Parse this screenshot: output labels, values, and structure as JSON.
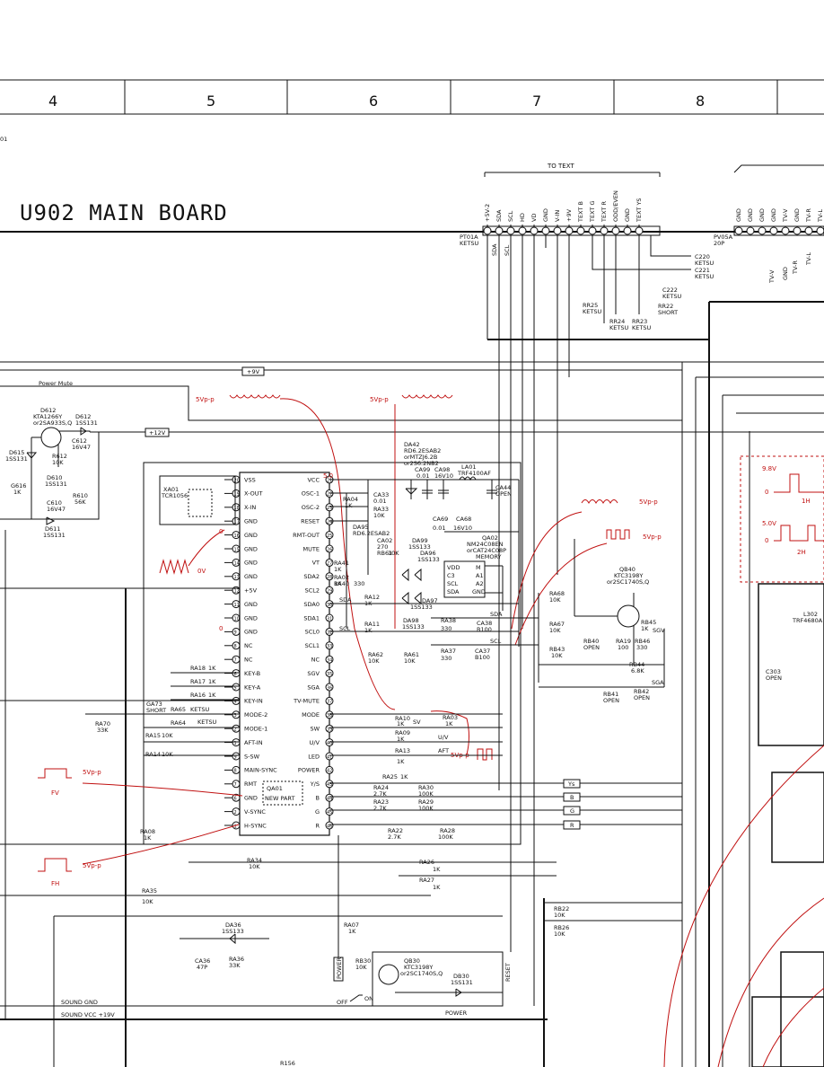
{
  "columns": [
    "4",
    "5",
    "6",
    "7",
    "8"
  ],
  "corner_mark": "01",
  "board_title": "U902 MAIN BOARD",
  "connectors": {
    "to_text": "TO TEXT",
    "pt01a": "PT01A",
    "pt01a_type": "KETSU",
    "pt01a_pins": [
      "+5V-2",
      "SDA",
      "SCL",
      "HD",
      "VD",
      "GND",
      "V-IN",
      "+9V",
      "TEXT B",
      "TEXT G",
      "TEXT R",
      "ODD/EVEN",
      "GND",
      "TEXT YS"
    ],
    "pv05a": "PV05A",
    "pv05a_sub": "20P",
    "pv05a_pins": [
      "GND",
      "GND",
      "GND",
      "GND",
      "TV-V",
      "GND",
      "TV-R",
      "TV-L"
    ]
  },
  "ic": {
    "ref": "QA01",
    "note": "NEW PART",
    "left_pins": [
      {
        "num": "20",
        "name": "VSS"
      },
      {
        "num": "19",
        "name": "X-OUT"
      },
      {
        "num": "18",
        "name": "X-IN"
      },
      {
        "num": "17",
        "name": "GND"
      },
      {
        "num": "16",
        "name": "GND"
      },
      {
        "num": "15",
        "name": "GND"
      },
      {
        "num": "14",
        "name": "GND"
      },
      {
        "num": "13",
        "name": "GND"
      },
      {
        "num": "12",
        "name": "+5V"
      },
      {
        "num": "11",
        "name": "GND"
      },
      {
        "num": "10",
        "name": "GND"
      },
      {
        "num": "9",
        "name": "GND"
      },
      {
        "num": "8",
        "name": "NC"
      },
      {
        "num": "7",
        "name": "NC"
      },
      {
        "num": "6",
        "name": "KEY-B"
      },
      {
        "num": "5",
        "name": "KEY-A"
      },
      {
        "num": "4",
        "name": "KEY-IN"
      },
      {
        "num": "3",
        "name": "MODE-2"
      },
      {
        "num": "2",
        "name": "MODE-1"
      },
      {
        "num": "1",
        "name": "AFT-IN"
      },
      {
        "num": "9",
        "name": "S-SW"
      },
      {
        "num": "8",
        "name": "MAIN-SYNC"
      },
      {
        "num": "7",
        "name": "RMT"
      },
      {
        "num": "6",
        "name": "GND"
      },
      {
        "num": "2",
        "name": "V-SYNC"
      },
      {
        "num": "1",
        "name": "H-SYNC"
      }
    ],
    "right_pins": [
      {
        "num": "21",
        "name": "VCC"
      },
      {
        "num": "22",
        "name": "OSC-1"
      },
      {
        "num": "23",
        "name": "OSC-2"
      },
      {
        "num": "24",
        "name": "RESET"
      },
      {
        "num": "25",
        "name": "RMT-OUT"
      },
      {
        "num": "26",
        "name": "MUTE"
      },
      {
        "num": "27",
        "name": "VT"
      },
      {
        "num": "28",
        "name": "SDA2"
      },
      {
        "num": "29",
        "name": "SCL2"
      },
      {
        "num": "30",
        "name": "SDA0"
      },
      {
        "num": "31",
        "name": "SDA1"
      },
      {
        "num": "32",
        "name": "SCL0"
      },
      {
        "num": "33",
        "name": "SCL1"
      },
      {
        "num": "34",
        "name": "NC"
      },
      {
        "num": "35",
        "name": "SGV"
      },
      {
        "num": "36",
        "name": "SGA"
      },
      {
        "num": "37",
        "name": "TV-MUTE"
      },
      {
        "num": "38",
        "name": "MODE"
      },
      {
        "num": "39",
        "name": "SW"
      },
      {
        "num": "40",
        "name": "U/V"
      },
      {
        "num": "41",
        "name": "LED"
      },
      {
        "num": "42",
        "name": "POWER"
      },
      {
        "num": "43",
        "name": "Y/S"
      },
      {
        "num": "44",
        "name": "B"
      },
      {
        "num": "45",
        "name": "G"
      },
      {
        "num": "46",
        "name": "R"
      }
    ]
  },
  "labels": {
    "power_mute": "Power Mute",
    "plus9v": "+9V",
    "plus12v": "+12V",
    "d612": "D612",
    "d612_part": "KTA1266Y",
    "d612_alt": "or2SA933S,Q",
    "d612r": "D612",
    "d612r_part": "1SS131",
    "c612": "C612",
    "c612_val": "16V47",
    "r612": "R612",
    "r612_val": "10K",
    "d615": "D615",
    "d615_val": "1SS131",
    "g616": "G616",
    "g616_val": "1K",
    "d610": "D610",
    "d610_val": "1SS131",
    "c610": "C610",
    "c610_val": "16V47",
    "r610": "R610",
    "r610_val": "56K",
    "d611": "D611",
    "d611_val": "1SS131",
    "xa01": "XA01",
    "xa01_val": "TCR1056",
    "da42": "DA42",
    "da42_val": "RD6.2ESAB2",
    "da42_alt1": "orMTZJ6.2B",
    "da42_alt2": "or2S6.2NB2",
    "ca99": "CA99",
    "ca99_val": "0.01",
    "ca98": "CA98",
    "ca98_val": "16V10",
    "la01": "LA01",
    "la01_val": "TRF4100AF",
    "ca44": "CA44",
    "ca44_val": "OPEN",
    "ra04": "RA04",
    "ra04_val": "1K",
    "ca33": "CA33",
    "ca33_val": "0.01",
    "ra33": "RA33",
    "ra33_val": "10K",
    "da95": "DA95",
    "da95_val": "RD6.2ESAB2",
    "ca02": "CA02",
    "ca02_val": "270",
    "rb61": "RB61",
    "rb61_val": "10K",
    "ca69": "CA69",
    "ca69_val": "0.01",
    "ca68": "CA68",
    "ca68_val": "16V10",
    "da99": "DA99",
    "da99_val": "1SS133",
    "da96": "DA96",
    "da96_val": "1SS133",
    "da97": "DA97",
    "da97_val": "1SS133",
    "da98": "DA98",
    "da98_val": "1SS133",
    "qa02": "QA02",
    "qa02_val": "NM24C08EN",
    "qa02_alt": "orCAT24C08P",
    "qa02_desc": "MEMORY",
    "ra02": "RA02",
    "ra02_val": "1K",
    "ra41": "RA41",
    "ra41_val": "1K",
    "ra40": "RA40",
    "ra40_val": "330",
    "ra12": "RA12",
    "ra12_val": "1K",
    "ra11": "RA11",
    "ra11_val": "1K",
    "ra38": "RA38",
    "ra38_val": "330",
    "ra37": "RA37",
    "ra37_val": "330",
    "ca38": "CA38",
    "ca38_val": "B100",
    "ca37": "CA37",
    "ca37_val": "B100",
    "ra62": "RA62",
    "ra62_val": "10K",
    "ra61": "RA61",
    "ra61_val": "10K",
    "ra68": "RA68",
    "ra68_val": "10K",
    "ra67": "RA67",
    "ra67_val": "10K",
    "rb43": "RB43",
    "rb43_val": "10K",
    "qb40": "QB40",
    "qb40_val": "KTC3198Y",
    "qb40_alt": "or2SC1740S,Q",
    "rb45": "RB45",
    "rb45_val": "1K",
    "rb40": "RB40",
    "rb40_val": "OPEN",
    "ra19": "RA19",
    "ra19_val": "100",
    "rb46": "RB46",
    "rb46_val": "330",
    "rb44": "RB44",
    "rb44_val": "6.8K",
    "rb41": "RB41",
    "rb41_val": "OPEN",
    "rb42": "RB42",
    "rb42_val": "OPEN",
    "ra18": "RA18",
    "ra18_val": "1K",
    "ra17": "RA17",
    "ra17_val": "1K",
    "ra16": "RA16",
    "ra16_val": "1K",
    "ga73": "GA73",
    "ga73_val": "SHORT",
    "ra65": "RA65",
    "ra65_val": "KETSU",
    "ra64": "RA64",
    "ra64_val": "KETSU",
    "ra70": "RA70",
    "ra70_val": "33K",
    "ra15": "RA15",
    "ra15_val": "10K",
    "ra14": "RA14",
    "ra14_val": "10K",
    "ra10": "RA10",
    "ra10_val": "1K",
    "ra03": "RA03",
    "ra03_val": "1K",
    "ra09": "RA09",
    "ra09_val": "1K",
    "ra13": "RA13",
    "ra13_val": "1K",
    "ra25": "RA25",
    "ra25_val": "1K",
    "ra24": "RA24",
    "ra24_val": "2.7K",
    "ra23": "RA23",
    "ra23_val": "2.7K",
    "ra22": "RA22",
    "ra22_val": "2.7K",
    "ra30": "RA30",
    "ra30_val": "100K",
    "ra29": "RA29",
    "ra29_val": "100K",
    "ra28": "RA28",
    "ra28_val": "100K",
    "ra08": "RA08",
    "ra08_val": "1K",
    "ra34": "RA34",
    "ra34_val": "10K",
    "ra26": "RA26",
    "ra26_val": "1K",
    "ra27": "RA27",
    "ra27_val": "1K",
    "ra35": "RA35",
    "ra35_val": "10K",
    "ra07": "RA07",
    "ra07_val": "1K",
    "da36": "DA36",
    "da36_val": "1SS133",
    "ca36": "CA36",
    "ca36_val": "47P",
    "ra36": "RA36",
    "ra36_val": "33K",
    "rb30": "RB30",
    "rb30_val": "10K",
    "qb30": "QB30",
    "qb30_val": "KTC3198Y",
    "qb30_alt": "or2SC1740S,Q",
    "db30": "DB30",
    "db30_val": "1SS131",
    "rb22": "RB22",
    "rb22_val": "10K",
    "rb26": "RB26",
    "rb26_val": "10K",
    "rr25": "RR25",
    "rr25_val": "KETSU",
    "rr24": "RR24",
    "rr24_val": "KETSU",
    "rr23": "RR23",
    "rr23_val": "KETSU",
    "rr22": "RR22",
    "rr22_val": "SHORT",
    "c220": "C220",
    "c220_val": "KETSU",
    "c221": "C221",
    "c221_val": "KETSU",
    "c222": "C222",
    "c222_val": "KETSU",
    "l302": "L302",
    "l302_val": "TRF4680A",
    "c303": "C303",
    "c303_val": "OPEN",
    "sda": "SDA",
    "scl": "SCL",
    "sga": "SGA",
    "sgv": "SGV",
    "sv": "SV",
    "uv": "U/V",
    "aft": "AFT",
    "power": "POWER",
    "reset": "RESET",
    "ys": "Ys",
    "b": "B",
    "g": "G",
    "r": "R",
    "off": "OFF",
    "on": "ON",
    "sound_gnd": "SOUND GND",
    "sound_vcc": "SOUND VCC +19V",
    "r156": "R156",
    "tvv": "TV-V",
    "tvr": "TV-R",
    "tvl": "TV-L",
    "gnd": "GND",
    "v98": "9.8V",
    "v50": "5.0V",
    "zero": "0",
    "one_h": "1H",
    "two_h": "2H",
    "fv": "FV",
    "fh": "FH",
    "x50": "5.0",
    "waveform_5vpp": "5Vp-p",
    "waveform_0v": "0V",
    "ic_pin_vcc_val": "5.0",
    "pin_zero": "0"
  },
  "memory_pins": [
    "VDD",
    "C3",
    "SCL",
    "SDA"
  ],
  "memory_pins_r": [
    "M",
    "A1",
    "A2",
    "GND"
  ]
}
